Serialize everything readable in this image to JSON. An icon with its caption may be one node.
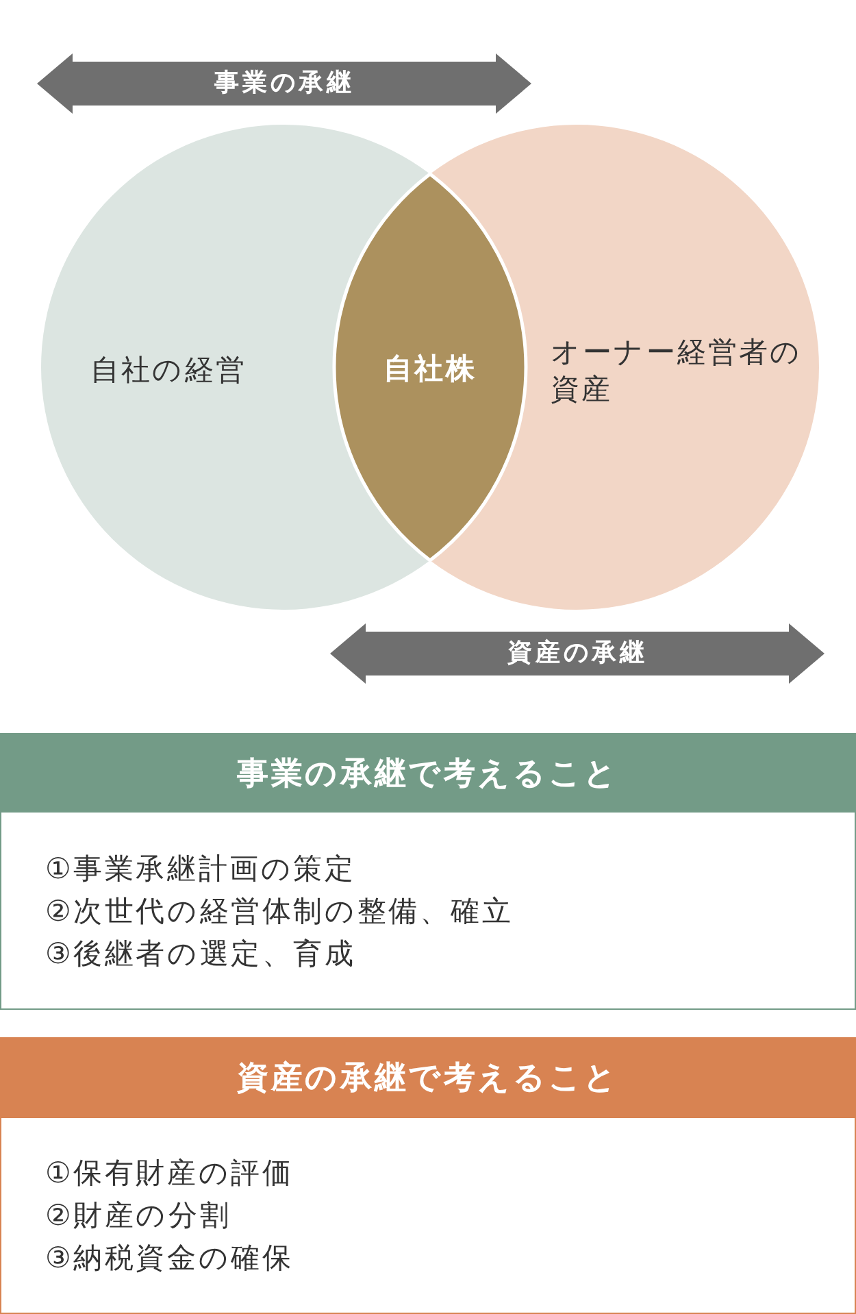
{
  "diagram": {
    "nodes": [
      {
        "text": [
          "事業の承継"
        ]
      },
      {
        "text": [
          "自社の経営"
        ]
      },
      {
        "text": [
          "自社株"
        ]
      },
      {
        "text": [
          "オーナー経営者の資産"
        ]
      },
      {
        "text": [
          "資産の承継"
        ]
      },
      {
        "text": [
          "事業の承継で考えること",
          "①事業承継計画の策定",
          "②次世代の経営体制の整備、確立",
          "③後継者の選定、育成"
        ]
      },
      {
        "text": [
          "資産の承継で考えること",
          "①保有財産の評価",
          "②財産の分割",
          "③納税資金の確保"
        ]
      }
    ]
  }
}
